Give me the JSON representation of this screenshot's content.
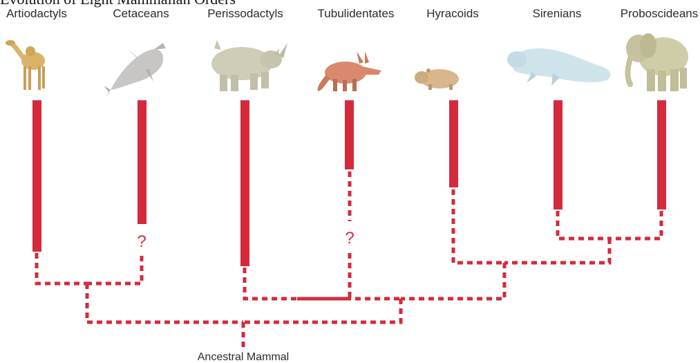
{
  "title_partial": "Evolution of Eight Mammalian Orders",
  "line_color": "#d42a3c",
  "taxa": [
    {
      "id": "artiodactyls",
      "label": "Artiodactyls",
      "icon": "camel-icon"
    },
    {
      "id": "cetaceans",
      "label": "Cetaceans",
      "icon": "dolphin-icon"
    },
    {
      "id": "perissodactyls",
      "label": "Perissodactyls",
      "icon": "rhinoceros-icon"
    },
    {
      "id": "tubulidentates",
      "label": "Tubulidentates",
      "icon": "aardvark-icon"
    },
    {
      "id": "hyracoids",
      "label": "Hyracoids",
      "icon": "hyrax-icon"
    },
    {
      "id": "sirenians",
      "label": "Sirenians",
      "icon": "manatee-icon"
    },
    {
      "id": "proboscideans",
      "label": "Proboscideans",
      "icon": "elephant-icon"
    }
  ],
  "uncertain_mark": "?",
  "root_label": "Ancestral Mammal"
}
